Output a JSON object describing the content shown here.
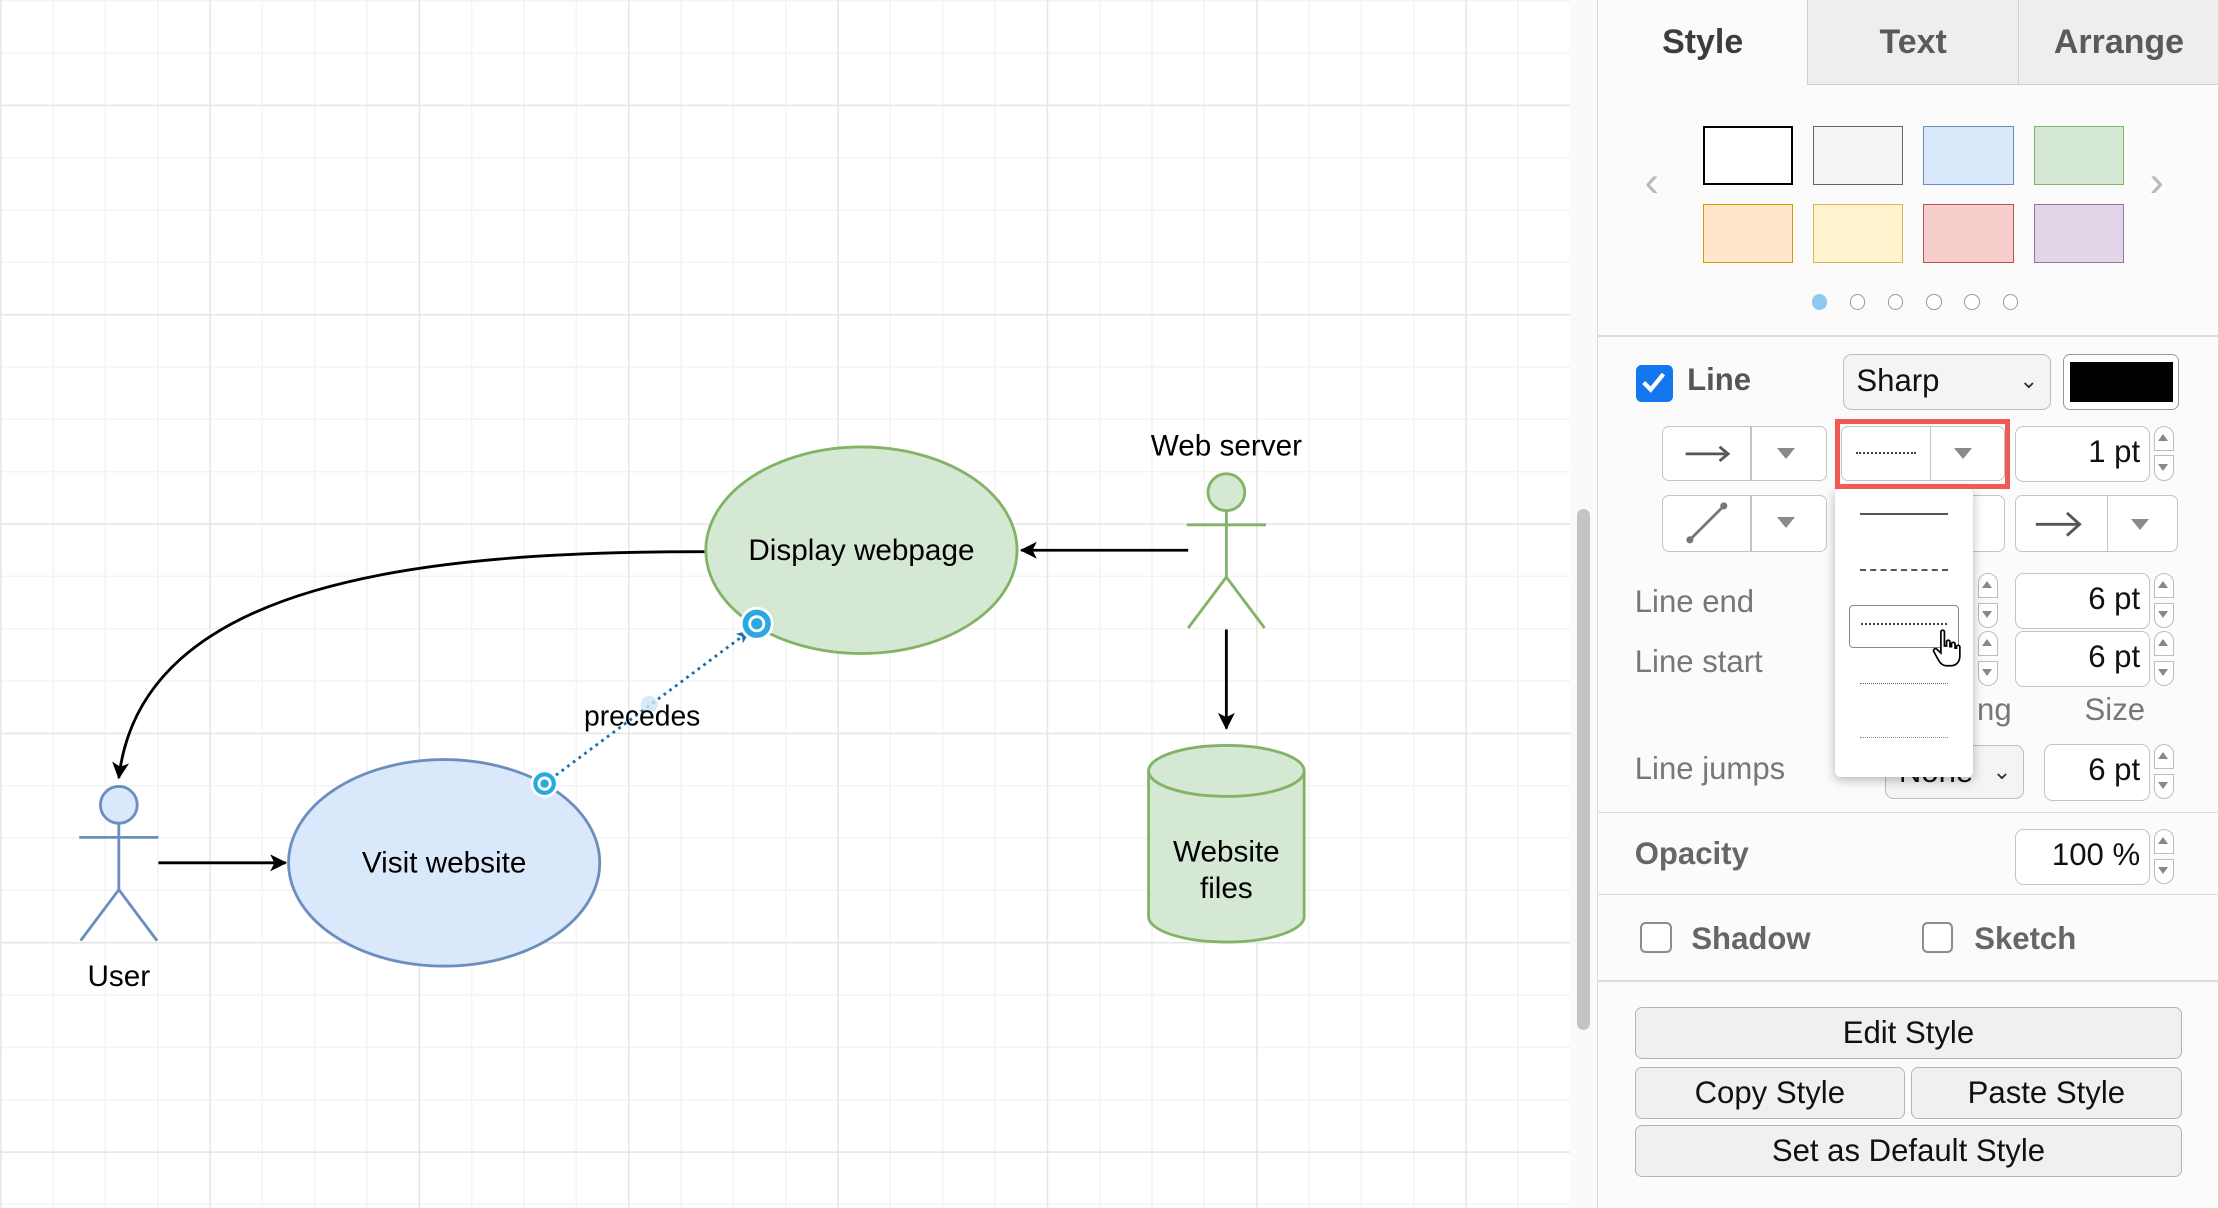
{
  "diagram": {
    "web_server_label": "Web server",
    "display_label": "Display webpage",
    "visit_label": "Visit website",
    "user_label": "User",
    "files_label_line1": "Website",
    "files_label_line2": "files",
    "edge_label": "precedes",
    "colors": {
      "green_fill": "#d5e8d4",
      "green_stroke": "#82b366",
      "blue_fill": "#dae8fc",
      "blue_stroke": "#6c8ebf",
      "selection": "#29a9e0"
    }
  },
  "tabs": [
    "Style",
    "Text",
    "Arrange"
  ],
  "swatches": [
    {
      "fill": "#ffffff",
      "stroke": "#000000"
    },
    {
      "fill": "#f5f5f5",
      "stroke": "#666666"
    },
    {
      "fill": "#dae8fc",
      "stroke": "#6c8ebf"
    },
    {
      "fill": "#d5e8d4",
      "stroke": "#82b366"
    },
    {
      "fill": "#ffe6cc",
      "stroke": "#d79b00"
    },
    {
      "fill": "#fff2cc",
      "stroke": "#d6b656"
    },
    {
      "fill": "#f8cecc",
      "stroke": "#b85450"
    },
    {
      "fill": "#e1d5e7",
      "stroke": "#9673a6"
    }
  ],
  "line": {
    "label": "Line",
    "checked": true,
    "style_value": "Sharp",
    "color": "#000000",
    "width_value": "1 pt",
    "line_end_label": "Line end",
    "line_end_value": "6 pt",
    "line_start_label": "Line start",
    "line_start_value": "6 pt",
    "spacing_partial": "ng",
    "size_label": "Size",
    "jumps_label": "Line jumps",
    "jumps_partial": "None",
    "jumps_size_value": "6 pt"
  },
  "opacity": {
    "label": "Opacity",
    "value": "100 %"
  },
  "shadow_label": "Shadow",
  "sketch_label": "Sketch",
  "buttons": {
    "edit_style": "Edit Style",
    "copy_style": "Copy Style",
    "paste_style": "Paste Style",
    "set_default": "Set as Default Style"
  },
  "pattern_menu": {
    "items": [
      "solid",
      "dashed",
      "dotted",
      "dotted-fine",
      "dotted-finer"
    ],
    "selected": "dotted"
  }
}
